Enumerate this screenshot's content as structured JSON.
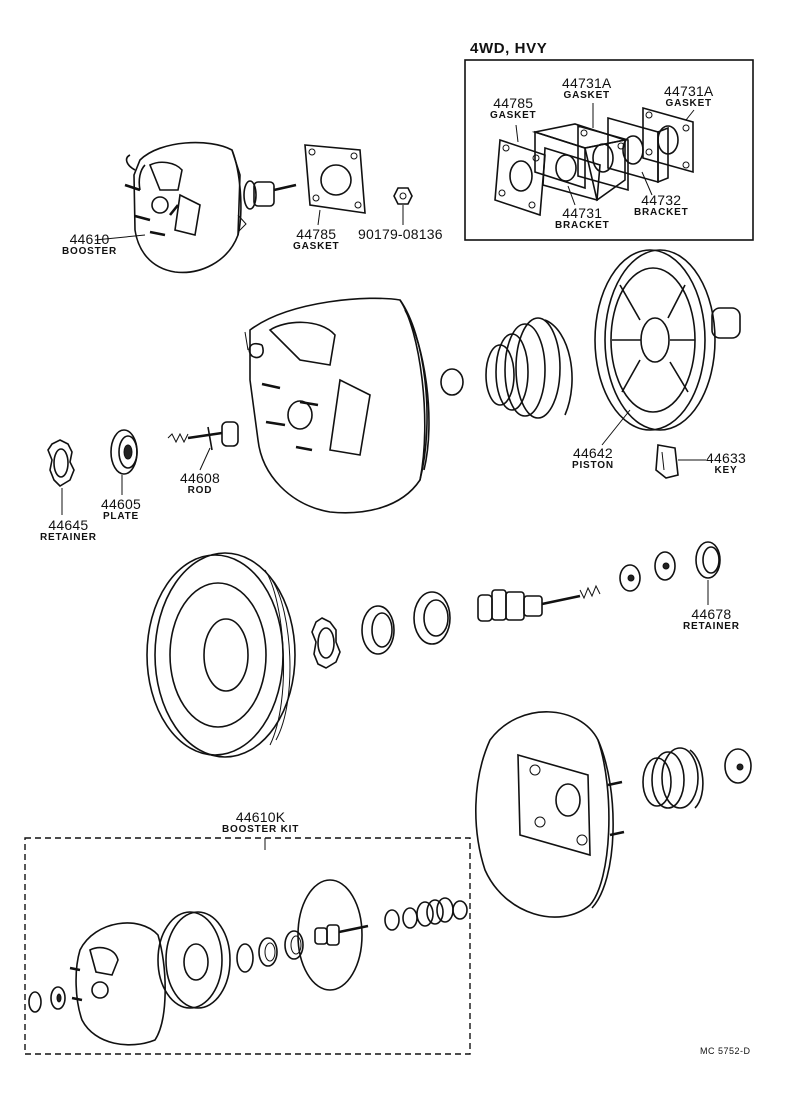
{
  "variant_box": {
    "title": "4WD, HVY"
  },
  "kit_box": {
    "part_no": "44610K",
    "name": "BOOSTER KIT"
  },
  "parts": {
    "p44610": {
      "part_no": "44610",
      "name": "BOOSTER"
    },
    "p44785": {
      "part_no": "44785",
      "name": "GASKET"
    },
    "p90179": {
      "part_no": "90179-08136"
    },
    "p44785v": {
      "part_no": "44785",
      "name": "GASKET"
    },
    "p44731a1": {
      "part_no": "44731A",
      "name": "GASKET"
    },
    "p44731a2": {
      "part_no": "44731A",
      "name": "GASKET"
    },
    "p44731": {
      "part_no": "44731",
      "name": "BRACKET"
    },
    "p44732": {
      "part_no": "44732",
      "name": "BRACKET"
    },
    "p44642": {
      "part_no": "44642",
      "name": "PISTON"
    },
    "p44633": {
      "part_no": "44633",
      "name": "KEY"
    },
    "p44608": {
      "part_no": "44608",
      "name": "ROD"
    },
    "p44605": {
      "part_no": "44605",
      "name": "PLATE"
    },
    "p44645": {
      "part_no": "44645",
      "name": "RETAINER"
    },
    "p44678": {
      "part_no": "44678",
      "name": "RETAINER"
    }
  },
  "drawing_code": "MC 5752-D"
}
